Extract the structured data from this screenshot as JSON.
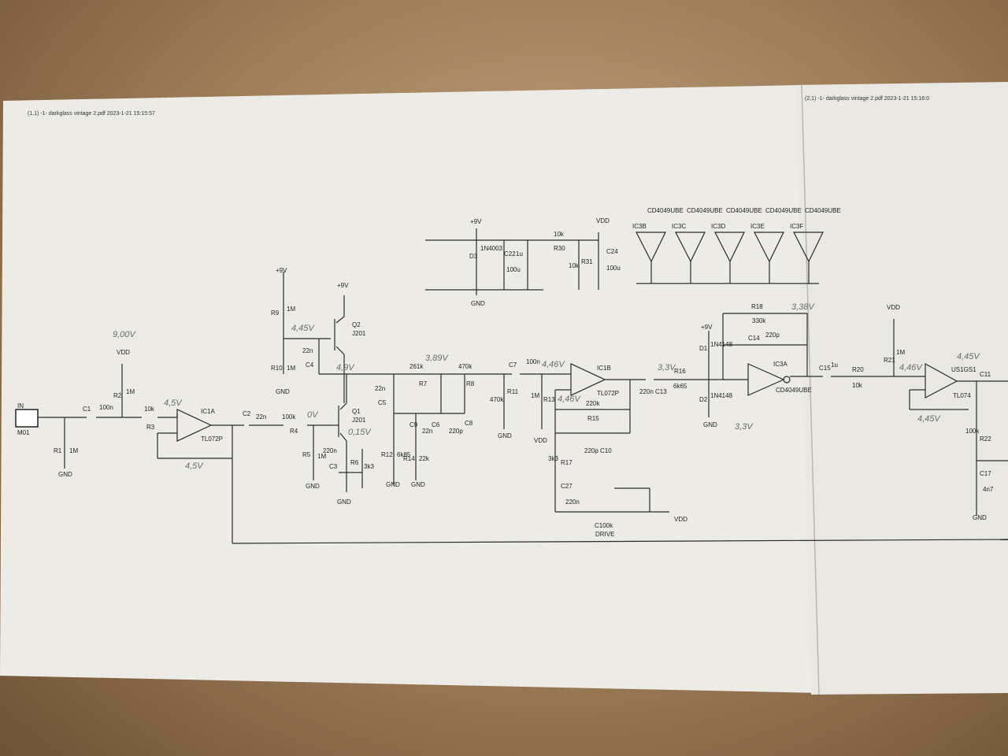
{
  "sheets": [
    {
      "header": "(1,1) -1- darkglass vintage 2.pdf 2023-1-21 15:15:57"
    },
    {
      "header": "(2,1) -1- darkglass vintage 2.pdf 2023-1-21 15:16:0"
    }
  ],
  "input": {
    "label": "IN",
    "connector": "M01"
  },
  "components": {
    "C1": "C1",
    "C1v": "100n",
    "R1": "R1",
    "R1v": "1M",
    "R2": "R2",
    "R2v": "1M",
    "R3": "R3",
    "R3v": "10k",
    "IC1A": "IC1A",
    "IC1Av": "TL072P",
    "C2": "C2",
    "C2v": "22n",
    "R4": "R4",
    "R4v": "100k",
    "R5": "R5",
    "R5v": "1M",
    "C3": "C3",
    "C3v": "220n",
    "R6": "R6",
    "R6v": "3k3",
    "Q1": "Q1",
    "Q1v": "J201",
    "Q2": "Q2",
    "Q2v": "J201",
    "R9": "R9",
    "R9v": "1M",
    "R10": "R10",
    "R10v": "1M",
    "C4": "C4",
    "C4v": "22n",
    "C5": "C5",
    "C5v": "22n",
    "R7": "R7",
    "R7v": "261k",
    "R8": "R8",
    "R8v": "470k",
    "R12": "R12",
    "R12v": "6k85",
    "R14": "R14",
    "R14v": "22k",
    "C9": "C9",
    "C9v": "22n",
    "C6": "C6",
    "C6v": "22n",
    "C8": "C8",
    "C8v": "220p",
    "R11": "R11",
    "R11v": "470k",
    "C7": "C7",
    "C7v": "100n",
    "R13": "R13",
    "R13v": "1M",
    "IC1B": "IC1B",
    "IC1Bv": "TL072P",
    "R15": "R15",
    "R15v": "220k",
    "C10": "C10",
    "C10v": "220p",
    "R17": "R17",
    "R17v": "3k3",
    "C27": "C27",
    "C27v": "220n",
    "DRIVE": "C100k",
    "DRIVEl": "DRIVE",
    "C13": "C13",
    "C13v": "220n",
    "R16": "R16",
    "R16v": "6k65",
    "D1": "D1",
    "D1v": "1N4148",
    "D2": "D2",
    "D2v": "1N4148",
    "R18": "R18",
    "R18v": "330k",
    "C14": "C14",
    "C14v": "220p",
    "IC3A": "IC3A",
    "IC3Av": "CD4049UBE",
    "C15": "C15",
    "C15v": "1u",
    "R20": "R20",
    "R20v": "10k",
    "R21": "R21",
    "R21v": "1M",
    "US1": "US1GS1",
    "US1v": "TL074",
    "C11": "C11",
    "R22": "R22",
    "R22v": "100k",
    "C17": "C17",
    "C17v": "4n7",
    "D3": "D3",
    "D3v": "1N4003",
    "C22": "C22",
    "C22v": "1u",
    "C22b": "100u",
    "R30": "R30",
    "R30v": "10k",
    "R31": "R31",
    "R31v": "10k",
    "C24": "C24",
    "C24v": "100u",
    "IC3B": "IC3B",
    "IC3C": "IC3C",
    "IC3D": "IC3D",
    "IC3E": "IC3E",
    "IC3F": "IC3F",
    "cd": "CD4049UBE"
  },
  "power": {
    "vdd": "VDD",
    "p9": "+9V",
    "gnd": "GND"
  },
  "handwritten": [
    "9,00V",
    "4,5V",
    "4,5V",
    "0V",
    "4,45V",
    "4,9V",
    "3,89V",
    "0,15V",
    "4,46V",
    "4,46V",
    "3,3V",
    "3,38V",
    "3,3V",
    "4,45V",
    "4,46V",
    "4,45V"
  ]
}
